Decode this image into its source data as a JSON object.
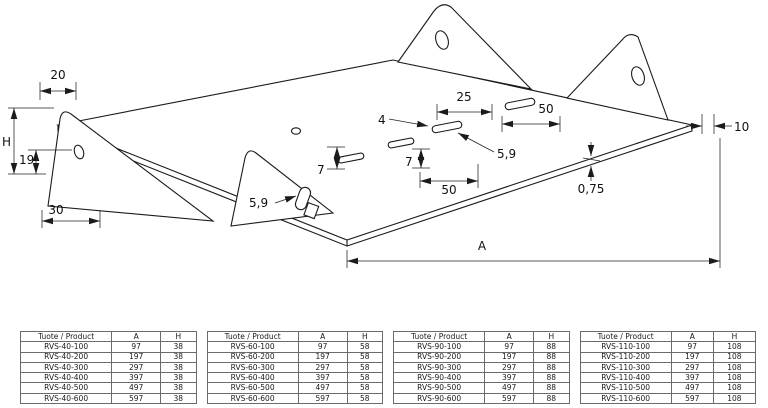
{
  "drawing": {
    "labels": {
      "w20": "20",
      "H": "H",
      "n19": "19",
      "n30": "30",
      "n25": "25",
      "n4": "4",
      "n50top": "50",
      "n10": "10",
      "n7left": "7",
      "d59left": "5,9",
      "n7mid": "7",
      "n50mid": "50",
      "d59right": "5,9",
      "t075": "0,75",
      "A": "A"
    }
  },
  "tables": [
    {
      "headers": [
        "Tuote / Product",
        "A",
        "H"
      ],
      "rows": [
        [
          "RVS-40-100",
          "97",
          "38"
        ],
        [
          "RVS-40-200",
          "197",
          "38"
        ],
        [
          "RVS-40-300",
          "297",
          "38"
        ],
        [
          "RVS-40-400",
          "397",
          "38"
        ],
        [
          "RVS-40-500",
          "497",
          "38"
        ],
        [
          "RVS-40-600",
          "597",
          "38"
        ]
      ]
    },
    {
      "headers": [
        "Tuote / Product",
        "A",
        "H"
      ],
      "rows": [
        [
          "RVS-60-100",
          "97",
          "58"
        ],
        [
          "RVS-60-200",
          "197",
          "58"
        ],
        [
          "RVS-60-300",
          "297",
          "58"
        ],
        [
          "RVS-60-400",
          "397",
          "58"
        ],
        [
          "RVS-60-500",
          "497",
          "58"
        ],
        [
          "RVS-60-600",
          "597",
          "58"
        ]
      ]
    },
    {
      "headers": [
        "Tuote / Product",
        "A",
        "H"
      ],
      "rows": [
        [
          "RVS-90-100",
          "97",
          "88"
        ],
        [
          "RVS-90-200",
          "197",
          "88"
        ],
        [
          "RVS-90-300",
          "297",
          "88"
        ],
        [
          "RVS-90-400",
          "397",
          "88"
        ],
        [
          "RVS-90-500",
          "497",
          "88"
        ],
        [
          "RVS-90-600",
          "597",
          "88"
        ]
      ]
    },
    {
      "headers": [
        "Tuote / Product",
        "A",
        "H"
      ],
      "rows": [
        [
          "RVS-110-100",
          "97",
          "108"
        ],
        [
          "RVS-110-200",
          "197",
          "108"
        ],
        [
          "RVS-110-300",
          "297",
          "108"
        ],
        [
          "RVS-110-400",
          "397",
          "108"
        ],
        [
          "RVS-110-500",
          "497",
          "108"
        ],
        [
          "RVS-110-600",
          "597",
          "108"
        ]
      ]
    }
  ]
}
